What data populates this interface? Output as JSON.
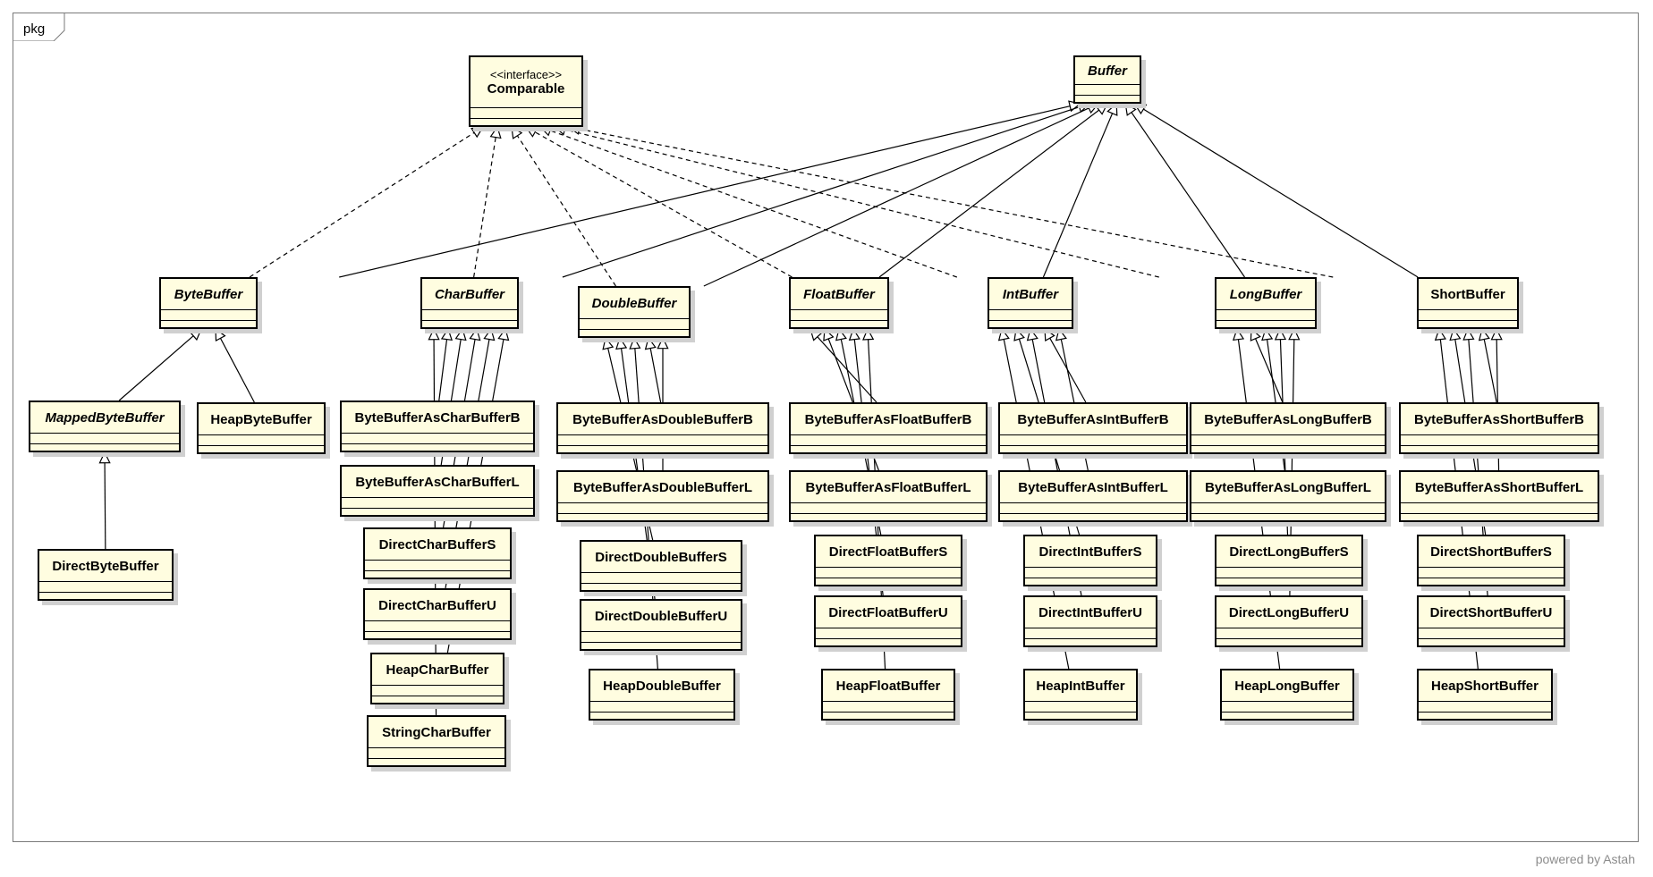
{
  "frame_label": "pkg",
  "credit": "powered by Astah",
  "classes": [
    {
      "id": "Comparable",
      "name": "Comparable",
      "stereotype": "<<interface>>",
      "italic": false
    },
    {
      "id": "Buffer",
      "name": "Buffer",
      "italic": true
    },
    {
      "id": "ByteBuffer",
      "name": "ByteBuffer",
      "italic": true
    },
    {
      "id": "CharBuffer",
      "name": "CharBuffer",
      "italic": true
    },
    {
      "id": "DoubleBuffer",
      "name": "DoubleBuffer",
      "italic": true
    },
    {
      "id": "FloatBuffer",
      "name": "FloatBuffer",
      "italic": true
    },
    {
      "id": "IntBuffer",
      "name": "IntBuffer",
      "italic": true
    },
    {
      "id": "LongBuffer",
      "name": "LongBuffer",
      "italic": true
    },
    {
      "id": "ShortBuffer",
      "name": "ShortBuffer",
      "italic": false
    },
    {
      "id": "MappedByteBuffer",
      "name": "MappedByteBuffer",
      "italic": true
    },
    {
      "id": "HeapByteBuffer",
      "name": "HeapByteBuffer",
      "italic": false
    },
    {
      "id": "DirectByteBuffer",
      "name": "DirectByteBuffer",
      "italic": false
    },
    {
      "id": "ByteBufferAsCharBufferB",
      "name": "ByteBufferAsCharBufferB",
      "italic": false
    },
    {
      "id": "ByteBufferAsCharBufferL",
      "name": "ByteBufferAsCharBufferL",
      "italic": false
    },
    {
      "id": "DirectCharBufferS",
      "name": "DirectCharBufferS",
      "italic": false
    },
    {
      "id": "DirectCharBufferU",
      "name": "DirectCharBufferU",
      "italic": false
    },
    {
      "id": "HeapCharBuffer",
      "name": "HeapCharBuffer",
      "italic": false
    },
    {
      "id": "StringCharBuffer",
      "name": "StringCharBuffer",
      "italic": false
    },
    {
      "id": "ByteBufferAsDoubleBufferB",
      "name": "ByteBufferAsDoubleBufferB",
      "italic": false
    },
    {
      "id": "ByteBufferAsDoubleBufferL",
      "name": "ByteBufferAsDoubleBufferL",
      "italic": false
    },
    {
      "id": "DirectDoubleBufferS",
      "name": "DirectDoubleBufferS",
      "italic": false
    },
    {
      "id": "DirectDoubleBufferU",
      "name": "DirectDoubleBufferU",
      "italic": false
    },
    {
      "id": "HeapDoubleBuffer",
      "name": "HeapDoubleBuffer",
      "italic": false
    },
    {
      "id": "ByteBufferAsFloatBufferB",
      "name": "ByteBufferAsFloatBufferB",
      "italic": false
    },
    {
      "id": "ByteBufferAsFloatBufferL",
      "name": "ByteBufferAsFloatBufferL",
      "italic": false
    },
    {
      "id": "DirectFloatBufferS",
      "name": "DirectFloatBufferS",
      "italic": false
    },
    {
      "id": "DirectFloatBufferU",
      "name": "DirectFloatBufferU",
      "italic": false
    },
    {
      "id": "HeapFloatBuffer",
      "name": "HeapFloatBuffer",
      "italic": false
    },
    {
      "id": "ByteBufferAsIntBufferB",
      "name": "ByteBufferAsIntBufferB",
      "italic": false
    },
    {
      "id": "ByteBufferAsIntBufferL",
      "name": "ByteBufferAsIntBufferL",
      "italic": false
    },
    {
      "id": "DirectIntBufferS",
      "name": "DirectIntBufferS",
      "italic": false
    },
    {
      "id": "DirectIntBufferU",
      "name": "DirectIntBufferU",
      "italic": false
    },
    {
      "id": "HeapIntBuffer",
      "name": "HeapIntBuffer",
      "italic": false
    },
    {
      "id": "ByteBufferAsLongBufferB",
      "name": "ByteBufferAsLongBufferB",
      "italic": false
    },
    {
      "id": "ByteBufferAsLongBufferL",
      "name": "ByteBufferAsLongBufferL",
      "italic": false
    },
    {
      "id": "DirectLongBufferS",
      "name": "DirectLongBufferS",
      "italic": false
    },
    {
      "id": "DirectLongBufferU",
      "name": "DirectLongBufferU",
      "italic": false
    },
    {
      "id": "HeapLongBuffer",
      "name": "HeapLongBuffer",
      "italic": false
    },
    {
      "id": "ByteBufferAsShortBufferB",
      "name": "ByteBufferAsShortBufferB",
      "italic": false
    },
    {
      "id": "ByteBufferAsShortBufferL",
      "name": "ByteBufferAsShortBufferL",
      "italic": false
    },
    {
      "id": "DirectShortBufferS",
      "name": "DirectShortBufferS",
      "italic": false
    },
    {
      "id": "DirectShortBufferU",
      "name": "DirectShortBufferU",
      "italic": false
    },
    {
      "id": "HeapShortBuffer",
      "name": "HeapShortBuffer",
      "italic": false
    }
  ],
  "realizations": [
    {
      "from": "ByteBuffer",
      "to": "Comparable"
    },
    {
      "from": "CharBuffer",
      "to": "Comparable"
    },
    {
      "from": "DoubleBuffer",
      "to": "Comparable"
    },
    {
      "from": "FloatBuffer",
      "to": "Comparable"
    },
    {
      "from": "IntBuffer",
      "to": "Comparable"
    },
    {
      "from": "LongBuffer",
      "to": "Comparable"
    },
    {
      "from": "ShortBuffer",
      "to": "Comparable"
    }
  ],
  "generalizations": [
    {
      "from": "ByteBuffer",
      "to": "Buffer"
    },
    {
      "from": "CharBuffer",
      "to": "Buffer"
    },
    {
      "from": "DoubleBuffer",
      "to": "Buffer"
    },
    {
      "from": "FloatBuffer",
      "to": "Buffer"
    },
    {
      "from": "IntBuffer",
      "to": "Buffer"
    },
    {
      "from": "LongBuffer",
      "to": "Buffer"
    },
    {
      "from": "ShortBuffer",
      "to": "Buffer"
    },
    {
      "from": "MappedByteBuffer",
      "to": "ByteBuffer"
    },
    {
      "from": "HeapByteBuffer",
      "to": "ByteBuffer"
    },
    {
      "from": "DirectByteBuffer",
      "to": "MappedByteBuffer"
    },
    {
      "from": "ByteBufferAsCharBufferB",
      "to": "CharBuffer"
    },
    {
      "from": "ByteBufferAsCharBufferL",
      "to": "CharBuffer"
    },
    {
      "from": "DirectCharBufferS",
      "to": "CharBuffer"
    },
    {
      "from": "DirectCharBufferU",
      "to": "CharBuffer"
    },
    {
      "from": "HeapCharBuffer",
      "to": "CharBuffer"
    },
    {
      "from": "StringCharBuffer",
      "to": "CharBuffer"
    },
    {
      "from": "ByteBufferAsDoubleBufferB",
      "to": "DoubleBuffer"
    },
    {
      "from": "ByteBufferAsDoubleBufferL",
      "to": "DoubleBuffer"
    },
    {
      "from": "DirectDoubleBufferS",
      "to": "DoubleBuffer"
    },
    {
      "from": "DirectDoubleBufferU",
      "to": "DoubleBuffer"
    },
    {
      "from": "HeapDoubleBuffer",
      "to": "DoubleBuffer"
    },
    {
      "from": "ByteBufferAsFloatBufferB",
      "to": "FloatBuffer"
    },
    {
      "from": "ByteBufferAsFloatBufferL",
      "to": "FloatBuffer"
    },
    {
      "from": "DirectFloatBufferS",
      "to": "FloatBuffer"
    },
    {
      "from": "DirectFloatBufferU",
      "to": "FloatBuffer"
    },
    {
      "from": "HeapFloatBuffer",
      "to": "FloatBuffer"
    },
    {
      "from": "ByteBufferAsIntBufferB",
      "to": "IntBuffer"
    },
    {
      "from": "ByteBufferAsIntBufferL",
      "to": "IntBuffer"
    },
    {
      "from": "DirectIntBufferS",
      "to": "IntBuffer"
    },
    {
      "from": "DirectIntBufferU",
      "to": "IntBuffer"
    },
    {
      "from": "HeapIntBuffer",
      "to": "IntBuffer"
    },
    {
      "from": "ByteBufferAsLongBufferB",
      "to": "LongBuffer"
    },
    {
      "from": "ByteBufferAsLongBufferL",
      "to": "LongBuffer"
    },
    {
      "from": "DirectLongBufferS",
      "to": "LongBuffer"
    },
    {
      "from": "DirectLongBufferU",
      "to": "LongBuffer"
    },
    {
      "from": "HeapLongBuffer",
      "to": "LongBuffer"
    },
    {
      "from": "ByteBufferAsShortBufferB",
      "to": "ShortBuffer"
    },
    {
      "from": "ByteBufferAsShortBufferL",
      "to": "ShortBuffer"
    },
    {
      "from": "DirectShortBufferS",
      "to": "ShortBuffer"
    },
    {
      "from": "DirectShortBufferU",
      "to": "ShortBuffer"
    },
    {
      "from": "HeapShortBuffer",
      "to": "ShortBuffer"
    }
  ]
}
